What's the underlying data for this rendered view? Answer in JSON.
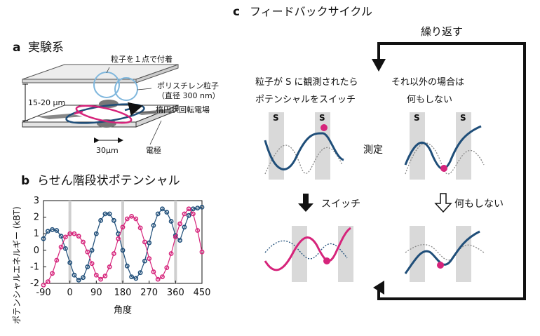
{
  "panel_a": {
    "letter": "a",
    "title": "実験系",
    "label_particle_attach": "粒子を１点で付着",
    "label_polystyrene": "ポリスチレン粒子",
    "label_diameter": "（直径 300 nm）",
    "label_field": "楕円状回転電場",
    "label_height": "15-20 µm",
    "label_width": "30µm",
    "label_electrode": "電極"
  },
  "panel_b": {
    "letter": "b",
    "title": "らせん階段状ポテンシャル",
    "ylabel": "ポテンシャルエネルギー (kBT)",
    "xlabel": "角度",
    "x_ticks": [
      "-90",
      "0",
      "90",
      "180",
      "270",
      "360",
      "450"
    ],
    "y_ticks": [
      "-2",
      "-1",
      "0",
      "1",
      "2",
      "3"
    ],
    "colors": {
      "blue": "#1f4e79",
      "magenta": "#d6247b"
    }
  },
  "chart_data": {
    "type": "scatter",
    "xlabel": "角度",
    "ylabel": "ポテンシャルエネルギー (kBT)",
    "xlim": [
      -90,
      450
    ],
    "ylim": [
      -2,
      3
    ],
    "x_ticks": [
      -90,
      0,
      90,
      180,
      270,
      360,
      450
    ],
    "y_ticks": [
      -2,
      -1,
      0,
      1,
      2,
      3
    ],
    "vertical_markers": [
      0,
      180,
      360
    ],
    "series": [
      {
        "color": "#1f4e79",
        "x": [
          -90,
          -75,
          -60,
          -45,
          -30,
          -15,
          0,
          15,
          30,
          45,
          60,
          75,
          90,
          105,
          120,
          135,
          150,
          165,
          180,
          195,
          210,
          225,
          240,
          255,
          270,
          285,
          300,
          315,
          330,
          345,
          360,
          375,
          390,
          405,
          420,
          435,
          450
        ],
        "y": [
          0.7,
          1.15,
          1.25,
          1.2,
          0.85,
          0.1,
          -0.75,
          -1.5,
          -1.8,
          -1.65,
          -1.0,
          0.0,
          1.0,
          1.8,
          2.2,
          2.2,
          1.8,
          1.0,
          0.0,
          -0.95,
          -1.6,
          -1.7,
          -1.35,
          -0.65,
          0.45,
          1.5,
          2.2,
          2.5,
          2.3,
          1.75,
          0.9,
          0.6,
          1.4,
          2.1,
          2.5,
          2.55,
          2.6
        ]
      },
      {
        "color": "#d6247b",
        "x": [
          -90,
          -75,
          -60,
          -45,
          -30,
          -15,
          0,
          15,
          30,
          45,
          60,
          75,
          90,
          105,
          120,
          135,
          150,
          165,
          180,
          195,
          210,
          225,
          240,
          255,
          270,
          285,
          300,
          315,
          330,
          345,
          360,
          375,
          390,
          405,
          420,
          435,
          450
        ],
        "y": [
          -2.1,
          -1.9,
          -1.4,
          -0.6,
          0.2,
          0.8,
          1.0,
          1.0,
          0.85,
          0.5,
          -0.1,
          -0.8,
          -1.5,
          -1.75,
          -1.55,
          -1.0,
          -0.2,
          0.7,
          1.4,
          1.9,
          2.05,
          1.9,
          1.35,
          0.5,
          -0.5,
          -1.3,
          -1.75,
          -1.6,
          -1.05,
          -0.2,
          0.8,
          1.6,
          2.2,
          2.5,
          2.2,
          1.2,
          -0.1
        ]
      }
    ]
  },
  "panel_c": {
    "letter": "c",
    "title": "フィードバックサイクル",
    "repeat_label": "繰り返す",
    "left_caption_1": "粒子が S に観測されたら",
    "left_caption_2": "ポテンシャルをスイッチ",
    "right_caption_1": "それ以外の場合は",
    "right_caption_2": "何もしない",
    "s_label": "S",
    "measure_label": "測定",
    "switch_label": "スイッチ",
    "nothing_label": "何もしない",
    "colors": {
      "blue": "#1f4e79",
      "magenta": "#d6247b",
      "s_band": "#d9d9d9"
    }
  }
}
